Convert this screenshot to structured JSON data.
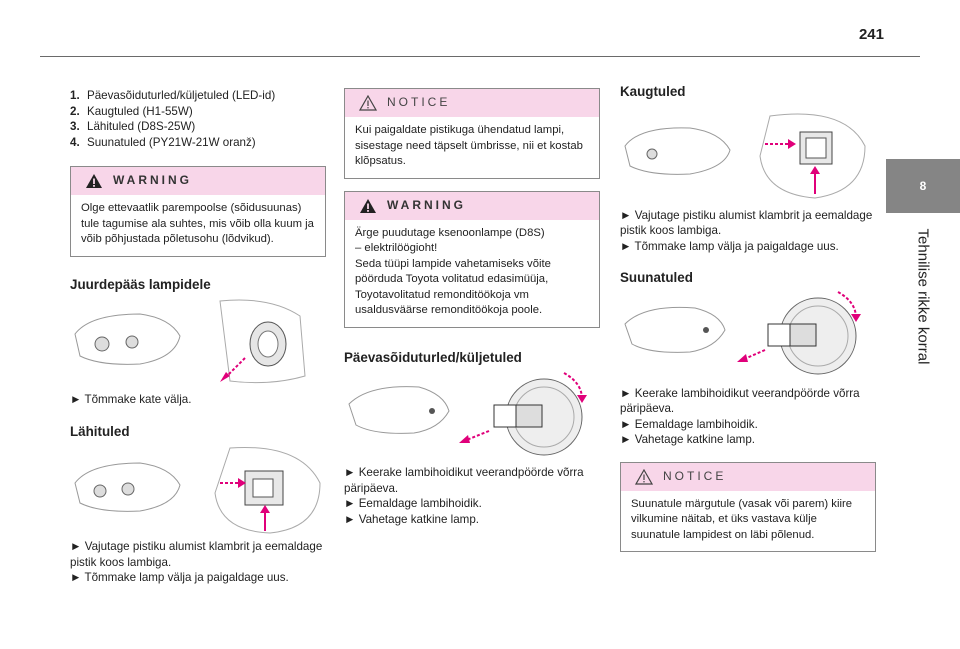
{
  "page": {
    "number": "241"
  },
  "side": {
    "chapter": "8",
    "title": "Tehnilise rikke korral"
  },
  "col1": {
    "list": [
      {
        "n": "1.",
        "text": "Päevasõiduturled/küljetuled (LED-id)"
      },
      {
        "n": "2.",
        "text": "Kaugtuled (H1-55W)"
      },
      {
        "n": "3.",
        "text": "Lähituled (D8S-25W)"
      },
      {
        "n": "4.",
        "text": "Suunatuled (PY21W-21W oranž)"
      }
    ],
    "warning": {
      "title": "WARNING",
      "body": "Olge ettevaatlik parempoolse (sõidusuunas) tule tagumise ala suhtes, mis võib olla kuum ja võib põhjustada põletusohu (lõdvikud)."
    },
    "access_heading": "Juurdepääs lampidele",
    "access_step": "► Tõmmake kate välja.",
    "low_heading": "Lähituled",
    "low_step": "► Vajutage pistiku alumist klambrit ja eemaldage pistik koos lambiga.\n► Tõmmake lamp välja ja paigaldage uus."
  },
  "col2": {
    "notice": {
      "title": "NOTICE",
      "body": "Kui paigaldate pistikuga ühendatud lampi, sisestage need täpselt ümbrisse, nii et kostab klõpsatus."
    },
    "warning": {
      "title": "WARNING",
      "body": "Ärge puudutage ksenoonlampe (D8S)\n– elektrilöögioht!\nSeda tüüpi lampide vahetamiseks võite pöörduda Toyota volitatud edasimüüja, Toyotavolitatud remonditöökoja vm usaldusväärse remonditöökoja poole."
    },
    "drl_heading": "Päevasõiduturled/küljetuled",
    "drl_step": "► Keerake lambihoidikut veerandpöörde võrra päripäeva.\n► Eemaldage lambihoidik.\n► Vahetage katkine lamp."
  },
  "col3": {
    "high_heading": "Kaugtuled",
    "high_step": "► Vajutage pistiku alumist klambrit ja eemaldage pistik koos lambiga.\n► Tõmmake lamp välja ja paigaldage uus.",
    "turn_heading": "Suunatuled",
    "turn_step": "► Keerake lambihoidikut veerandpöörde võrra päripäeva.\n► Eemaldage lambihoidik.\n► Vahetage katkine lamp.",
    "notice": {
      "title": "NOTICE",
      "body": "Suunatule märgutule (vasak või parem) kiire vilkumine näitab, et üks vastava külje suunatule lampidest on läbi põlenud."
    }
  },
  "colors": {
    "box_header": "#f8d6e9",
    "arrow": "#e0007a",
    "tab": "#858585"
  }
}
